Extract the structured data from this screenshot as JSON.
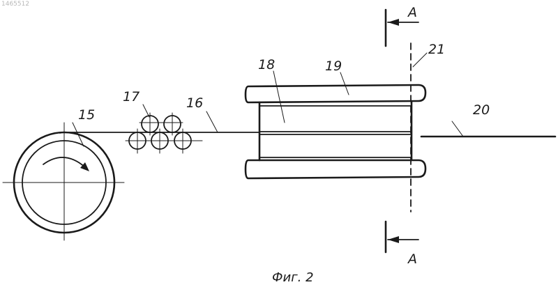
{
  "document_number": "1465512",
  "caption": "Фиг. 2",
  "labels": {
    "l15": "15",
    "l16": "16",
    "l17": "17",
    "l18": "18",
    "l19": "19",
    "l20": "20",
    "l21": "21",
    "section_top": "A",
    "section_bottom": "A"
  }
}
